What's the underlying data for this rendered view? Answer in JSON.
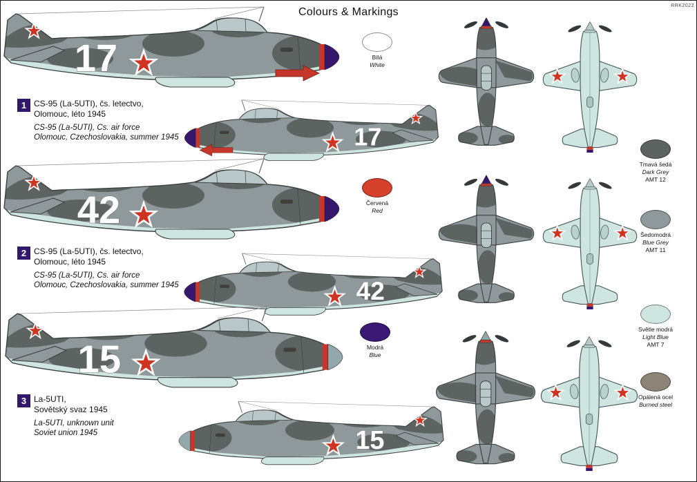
{
  "sheet": {
    "title": "Colours & Markings",
    "code": "RRK2022"
  },
  "schemes": [
    {
      "number": "1",
      "aircraft_number": "17",
      "line1": "CS-95 (La-5UTI), čs. letectvo,",
      "line2": "Olomouc, léto 1945",
      "line3": "CS-95 (La-5UTI), Cs. air force",
      "line4": "Olomouc, Czechoslovakia, summer 1945"
    },
    {
      "number": "2",
      "aircraft_number": "42",
      "line1": "CS-95 (La-5UTI), čs. letectvo,",
      "line2": "Olomouc, léto 1945",
      "line3": "CS-95 (La-5UTI), Cs. air force",
      "line4": "Olomouc, Czechoslovakia, summer 1945"
    },
    {
      "number": "3",
      "aircraft_number": "15",
      "line1": "La-5UTI,",
      "line2": "Sovětský svaz 1945",
      "line3": "La-5UTI, unknown unit",
      "line4": "Soviet union 1945"
    }
  ],
  "swatches": [
    {
      "name": "Bílá",
      "english": "White",
      "code": "",
      "color": "#ffffff"
    },
    {
      "name": "Červená",
      "english": "Red",
      "code": "",
      "color": "#d4402c"
    },
    {
      "name": "Modrá",
      "english": "Blue",
      "code": "",
      "color": "#3a1a75"
    },
    {
      "name": "Tmavá šedá",
      "english": "Dark Grey",
      "code": "AMT 12",
      "color": "#5d6361"
    },
    {
      "name": "Šedomodrá",
      "english": "Blue Grey",
      "code": "AMT 11",
      "color": "#8f989b"
    },
    {
      "name": "Světle modrá",
      "english": "Light Blue",
      "code": "AMT 7",
      "color": "#cfe5e0"
    },
    {
      "name": "Opálená ocel",
      "english": "Burned steel",
      "code": "",
      "color": "#8d8478"
    }
  ],
  "palette": {
    "dark_grey": "#5d6361",
    "blue_grey": "#8f989b",
    "light_blue": "#cfe5e0",
    "star_red": "#cf3423",
    "spinner_purple": "#35176b",
    "marking_red": "#c5372a"
  }
}
